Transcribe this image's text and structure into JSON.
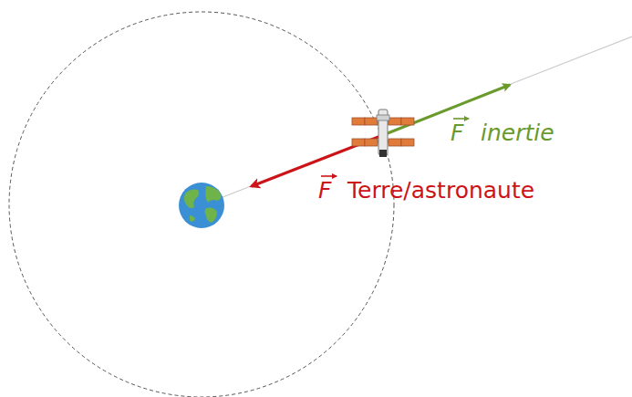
{
  "diagram": {
    "labels": [
      "F",
      "inertie",
      "F",
      "Terre/astronaute"
    ]
  }
}
